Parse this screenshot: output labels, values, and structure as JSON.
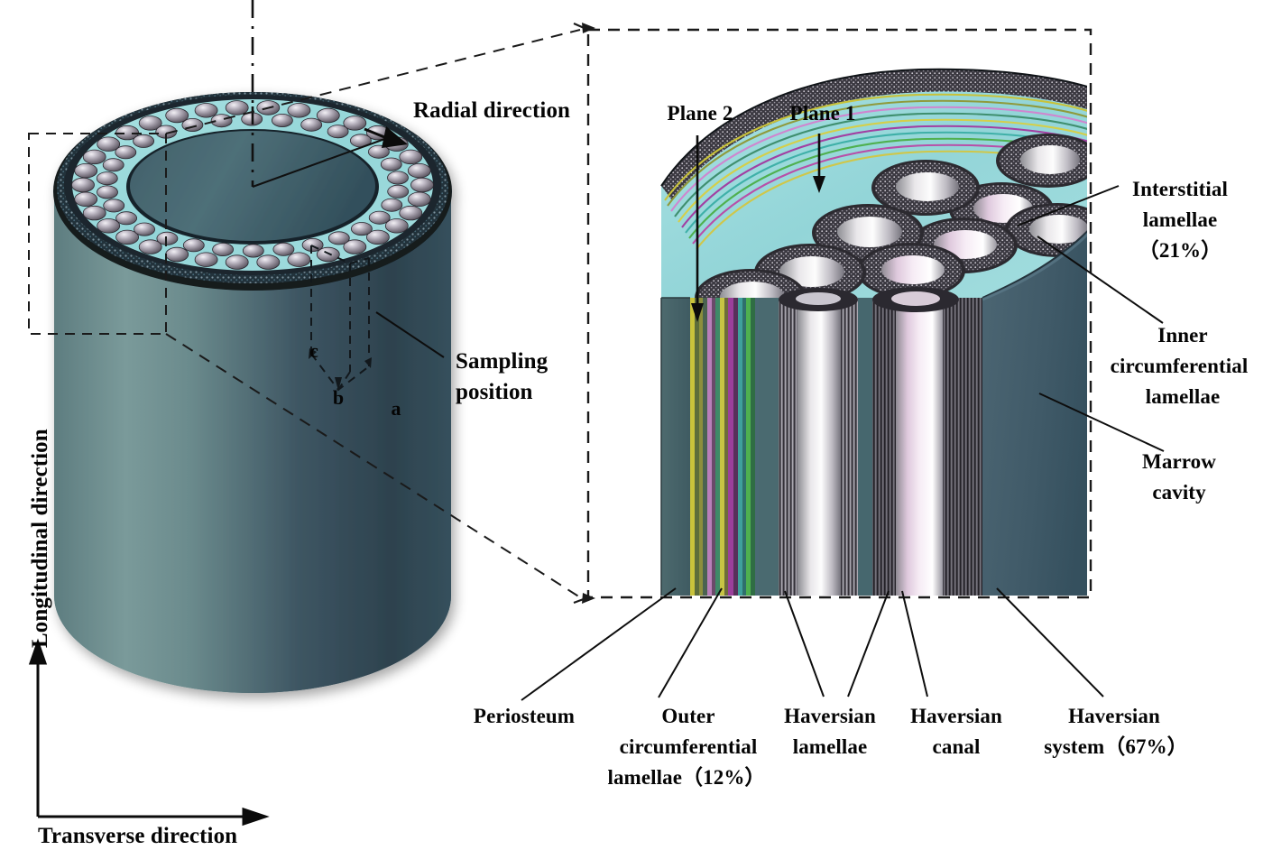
{
  "figure": {
    "kind": "cortical-bone-hierarchical-structure-diagram",
    "background": "#ffffff"
  },
  "axes": {
    "longitudinal_label": "Longitudinal direction",
    "transverse_label": "Transverse direction"
  },
  "overview": {
    "radial_label": "Radial direction",
    "sampling_label_line1": "Sampling",
    "sampling_label_line2": "position",
    "sampling_markers": [
      "a",
      "b",
      "c"
    ]
  },
  "detail": {
    "plane1": "Plane 1",
    "plane2": "Plane 2"
  },
  "callouts_right": [
    {
      "id": "interstitial",
      "line1": "Interstitial",
      "line2": "lamellae",
      "line3": "（21%）"
    },
    {
      "id": "inner-circumferential",
      "line1": "Inner",
      "line2": "circumferential",
      "line3": "lamellae"
    },
    {
      "id": "marrow-cavity",
      "line1": "Marrow",
      "line2": "cavity"
    }
  ],
  "callouts_bottom": [
    {
      "id": "periosteum",
      "line1": "Periosteum",
      "line2": "",
      "line3": ""
    },
    {
      "id": "outer-circumferential",
      "line1": "Outer",
      "line2": "circumferential",
      "line3": "lamellae（12%）"
    },
    {
      "id": "haversian-lamellae",
      "line1": "Haversian",
      "line2": "lamellae",
      "line3": ""
    },
    {
      "id": "haversian-canal",
      "line1": "Haversian",
      "line2": "canal",
      "line3": ""
    },
    {
      "id": "haversian-system",
      "line1": "Haversian",
      "line2": "system（67%）",
      "line3": ""
    }
  ],
  "colors": {
    "bone_teal_light": "#6f8f90",
    "bone_teal_dark": "#2e4450",
    "cortical_cyan": "#9fdbdd",
    "marrow_slate": "#46606e",
    "lamellae_stripes": [
      "#c8c23a",
      "#7a8f3a",
      "#b07fb0",
      "#3f8f6f",
      "#9b3f9b",
      "#3fa0a0",
      "#d0d04a",
      "#8f3f8f",
      "#4fb04f",
      "#3f6f9f"
    ],
    "outline": "#111111",
    "dash": "#1a1a1a"
  }
}
